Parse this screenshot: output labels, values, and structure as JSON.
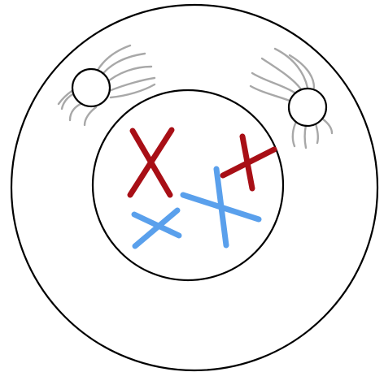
{
  "colors": {
    "background": "#ffffff",
    "outline": "#000000",
    "aster_fibers": "#a8a8a8",
    "chromosome_red": "#a80f16",
    "chromosome_blue": "#5aa0ec"
  },
  "chromosomes": [
    {
      "name": "red-chromosome-large",
      "color": "chromosome_red"
    },
    {
      "name": "red-chromosome-small",
      "color": "chromosome_red"
    },
    {
      "name": "blue-chromosome-large",
      "color": "chromosome_blue"
    },
    {
      "name": "blue-chromosome-small",
      "color": "chromosome_blue"
    }
  ]
}
